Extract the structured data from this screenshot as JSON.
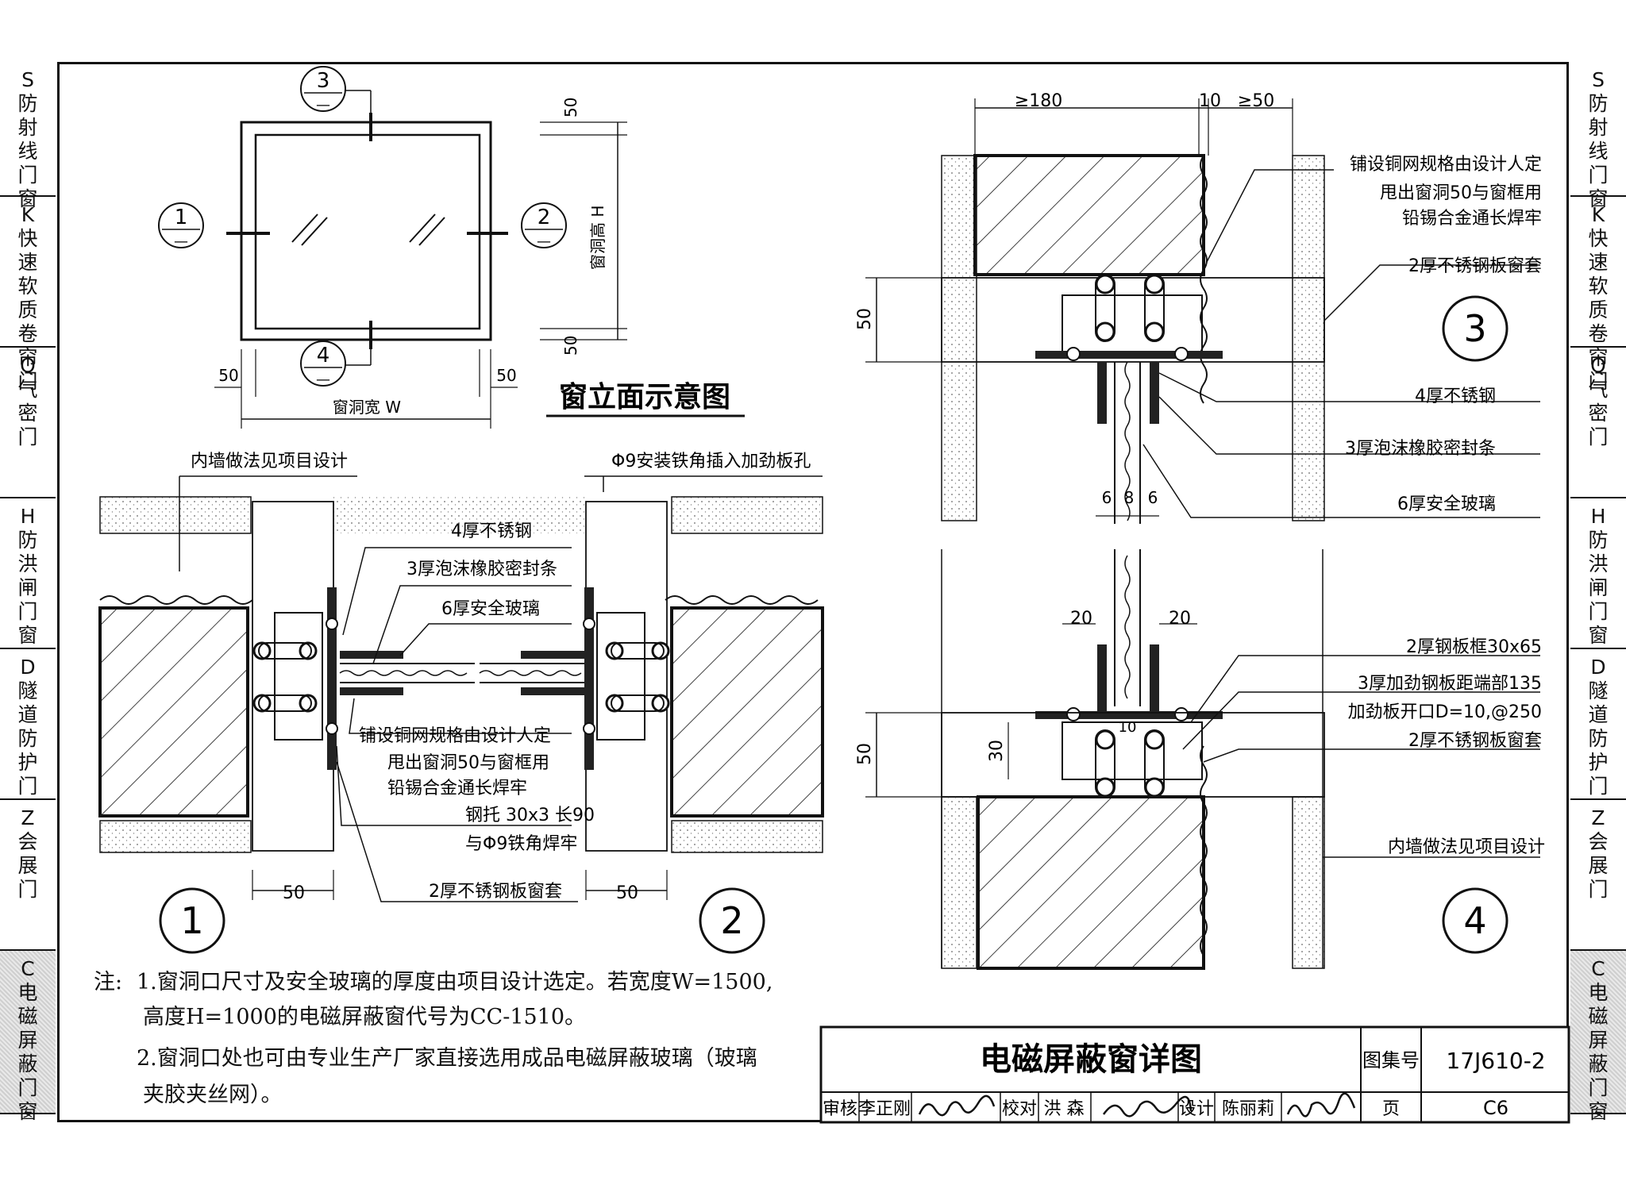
{
  "side_tabs": [
    {
      "code": "S",
      "name": "防射线门窗"
    },
    {
      "code": "K",
      "name": "快速软质卷帘门"
    },
    {
      "code": "Q",
      "name": "气密门"
    },
    {
      "code": "H",
      "name": "防洪闸门窗"
    },
    {
      "code": "D",
      "name": "隧道防护门"
    },
    {
      "code": "Z",
      "name": "会展门"
    },
    {
      "code": "C",
      "name": "电磁屏蔽门窗"
    }
  ],
  "elevation": {
    "title": "窗立面示意图",
    "width_label": "窗洞宽 W",
    "height_label": "窗洞高 H",
    "dim_50": "50",
    "callouts": [
      {
        "num": "1",
        "sub": "—"
      },
      {
        "num": "2",
        "sub": "—"
      },
      {
        "num": "3",
        "sub": "—"
      },
      {
        "num": "4",
        "sub": "—"
      }
    ]
  },
  "labels": {
    "inner_wall": "内墙做法见项目设计",
    "phi9_insert": "Φ9安装铁角插入加劲板孔",
    "ss4": "4厚不锈钢",
    "foam3": "3厚泡沫橡胶密封条",
    "glass6": "6厚安全玻璃",
    "mesh_line1": "铺设铜网规格由设计人定",
    "mesh_line2": "甩出窗洞50与窗框用",
    "mesh_line3": "铅锡合金通长焊牢",
    "bracket": "钢托 30x3 长90",
    "phi9_weld": "与Φ9铁角焊牢",
    "ss_sleeve": "2厚不锈钢板窗套",
    "frame_steel": "2厚钢板框30x65",
    "stiffener": "3厚加劲钢板距端部135",
    "stiffener_hole": "加劲板开口D=10,@250",
    "inner_wall2": "内墙做法见项目设计"
  },
  "dims": {
    "d50": "50",
    "d180": "≥180",
    "d10": "10",
    "d_ge50": "≥50",
    "d6": "6",
    "d8": "8",
    "d20": "20",
    "d30": "30"
  },
  "details": [
    "1",
    "2",
    "3",
    "4"
  ],
  "notes": {
    "prefix": "注:",
    "n1a": "1.窗洞口尺寸及安全玻璃的厚度由项目设计选定。若宽度W=1500,",
    "n1b": "高度H=1000的电磁屏蔽窗代号为CC-1510。",
    "n2a": "2.窗洞口处也可由专业生产厂家直接选用成品电磁屏蔽玻璃（玻璃",
    "n2b": "夹胶夹丝网）。"
  },
  "title_block": {
    "title": "电磁屏蔽窗详图",
    "atlas_label": "图集号",
    "atlas_no": "17J610-2",
    "page_label": "页",
    "page_no": "C6",
    "review_label": "审核",
    "reviewer": "李正刚",
    "check_label": "校对",
    "checker": "洪 森",
    "design_label": "设计",
    "designer": "陈丽莉"
  }
}
